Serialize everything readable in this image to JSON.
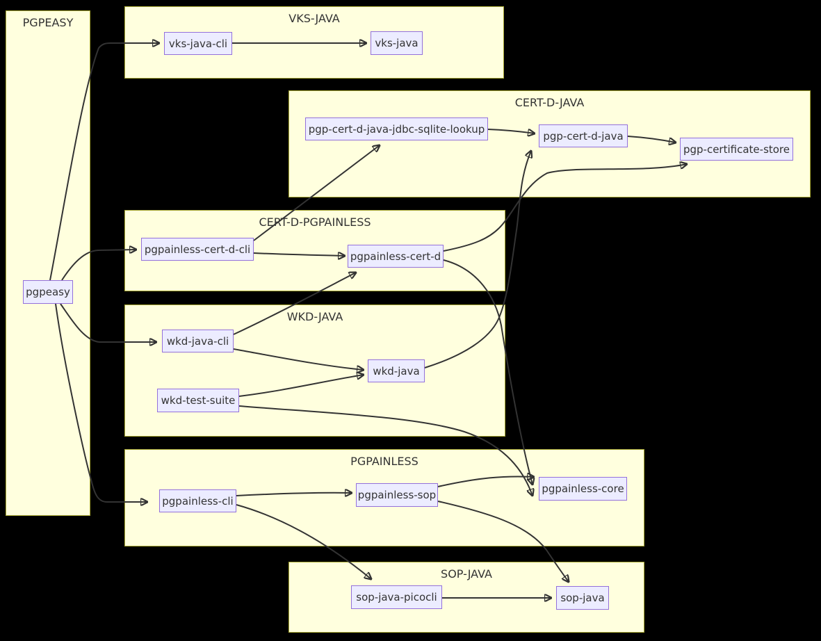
{
  "diagram": {
    "type": "flowchart",
    "background": "#000000",
    "colors": {
      "cluster_fill": "#ffffde",
      "cluster_border": "#aaaa33",
      "node_fill": "#ececff",
      "node_border": "#9370db",
      "edge": "#333333",
      "text": "#333333"
    },
    "subgraphs": [
      {
        "id": "pgpeasy-group",
        "title": "PGPEASY"
      },
      {
        "id": "vks-java-group",
        "title": "VKS-JAVA"
      },
      {
        "id": "cert-d-java-group",
        "title": "CERT-D-JAVA"
      },
      {
        "id": "cert-d-pgpainless-group",
        "title": "CERT-D-PGPAINLESS"
      },
      {
        "id": "wkd-java-group",
        "title": "WKD-JAVA"
      },
      {
        "id": "pgpainless-group",
        "title": "PGPAINLESS"
      },
      {
        "id": "sop-java-group",
        "title": "SOP-JAVA"
      }
    ],
    "nodes": [
      {
        "id": "pgpeasy",
        "label": "pgpeasy"
      },
      {
        "id": "vks-java-cli",
        "label": "vks-java-cli"
      },
      {
        "id": "vks-java",
        "label": "vks-java"
      },
      {
        "id": "pgp-cert-d-java-jdbc-sqlite-lookup",
        "label": "pgp-cert-d-java-jdbc-sqlite-lookup"
      },
      {
        "id": "pgp-cert-d-java",
        "label": "pgp-cert-d-java"
      },
      {
        "id": "pgp-certificate-store",
        "label": "pgp-certificate-store"
      },
      {
        "id": "pgpainless-cert-d-cli",
        "label": "pgpainless-cert-d-cli"
      },
      {
        "id": "pgpainless-cert-d",
        "label": "pgpainless-cert-d"
      },
      {
        "id": "wkd-java-cli",
        "label": "wkd-java-cli"
      },
      {
        "id": "wkd-java",
        "label": "wkd-java"
      },
      {
        "id": "wkd-test-suite",
        "label": "wkd-test-suite"
      },
      {
        "id": "pgpainless-cli",
        "label": "pgpainless-cli"
      },
      {
        "id": "pgpainless-sop",
        "label": "pgpainless-sop"
      },
      {
        "id": "pgpainless-core",
        "label": "pgpainless-core"
      },
      {
        "id": "sop-java-picocli",
        "label": "sop-java-picocli"
      },
      {
        "id": "sop-java",
        "label": "sop-java"
      }
    ],
    "edges": [
      {
        "from": "pgpeasy",
        "to": "vks-java-cli"
      },
      {
        "from": "pgpeasy",
        "to": "pgpainless-cert-d-cli"
      },
      {
        "from": "pgpeasy",
        "to": "wkd-java-cli"
      },
      {
        "from": "pgpeasy",
        "to": "pgpainless-cli"
      },
      {
        "from": "vks-java-cli",
        "to": "vks-java"
      },
      {
        "from": "pgp-cert-d-java-jdbc-sqlite-lookup",
        "to": "pgp-cert-d-java"
      },
      {
        "from": "pgp-cert-d-java",
        "to": "pgp-certificate-store"
      },
      {
        "from": "pgpainless-cert-d-cli",
        "to": "pgp-cert-d-java-jdbc-sqlite-lookup"
      },
      {
        "from": "pgpainless-cert-d-cli",
        "to": "pgpainless-cert-d"
      },
      {
        "from": "pgpainless-cert-d",
        "to": "pgp-certificate-store"
      },
      {
        "from": "pgpainless-cert-d",
        "to": "pgpainless-core"
      },
      {
        "from": "wkd-java-cli",
        "to": "pgpainless-cert-d"
      },
      {
        "from": "wkd-java-cli",
        "to": "wkd-java"
      },
      {
        "from": "wkd-test-suite",
        "to": "wkd-java"
      },
      {
        "from": "wkd-java",
        "to": "pgp-cert-d-java"
      },
      {
        "from": "wkd-test-suite",
        "to": "pgpainless-core"
      },
      {
        "from": "pgpainless-cli",
        "to": "pgpainless-sop"
      },
      {
        "from": "pgpainless-cli",
        "to": "sop-java-picocli"
      },
      {
        "from": "pgpainless-sop",
        "to": "pgpainless-core"
      },
      {
        "from": "pgpainless-sop",
        "to": "sop-java"
      },
      {
        "from": "sop-java-picocli",
        "to": "sop-java"
      }
    ]
  }
}
